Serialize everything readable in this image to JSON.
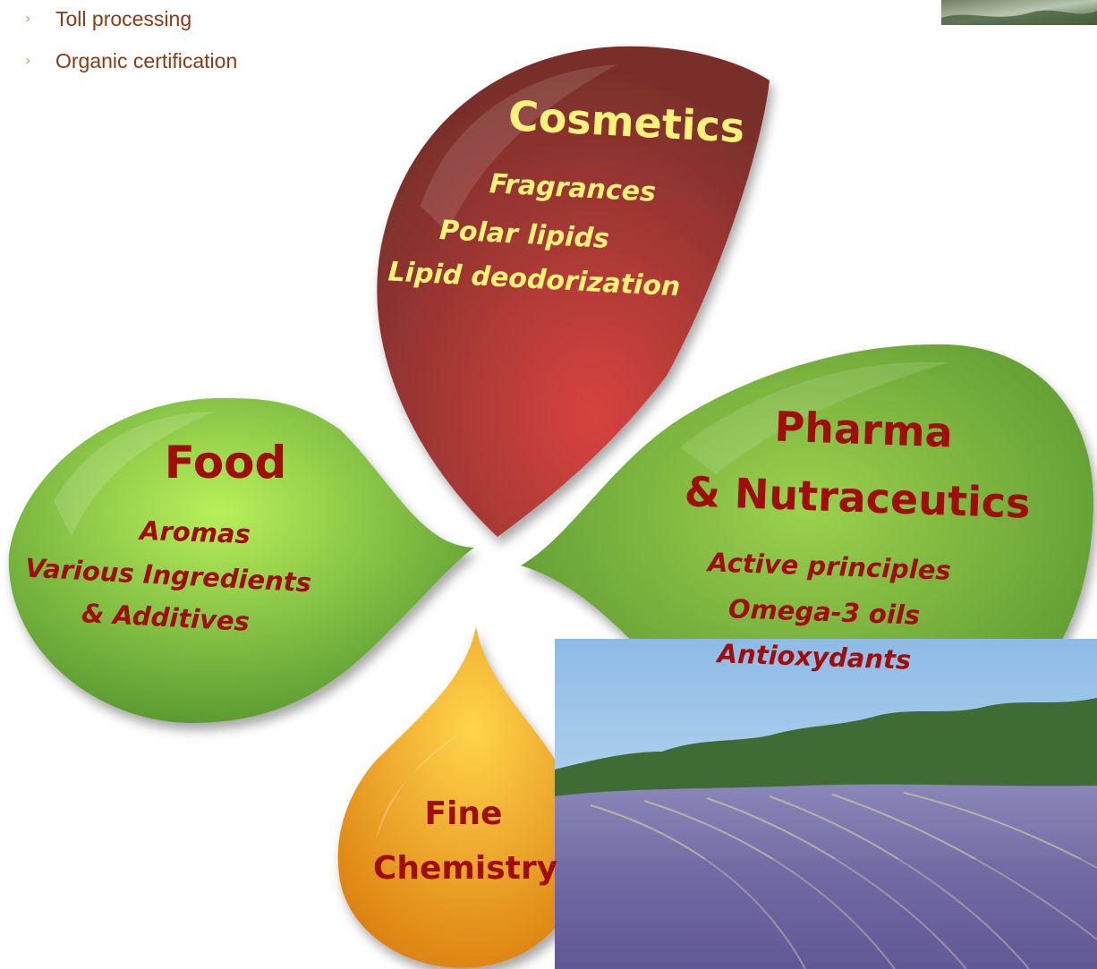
{
  "bullets": [
    {
      "label": "Toll processing"
    },
    {
      "label": "Organic certification"
    }
  ],
  "petals": {
    "cosmetics": {
      "title": "Cosmetics",
      "items": [
        "Fragrances",
        "Polar lipids",
        "Lipid deodorization"
      ],
      "title_color": "#fff27a",
      "fill_colors": [
        "#d8433f",
        "#7a2f2b"
      ]
    },
    "food": {
      "title": "Food",
      "items": [
        "Aromas",
        "Various Ingredients",
        "& Additives"
      ],
      "title_color": "#a00d0d",
      "fill_colors": [
        "#b7f05a",
        "#4f8f2c"
      ]
    },
    "pharma": {
      "title_line1": "Pharma",
      "title_line2": "& Nutraceutics",
      "items": [
        "Active principles",
        "Omega-3 oils",
        "Antioxydants"
      ],
      "title_color": "#a00d0d",
      "fill_colors": [
        "#9bd14d",
        "#4e8c2b"
      ]
    },
    "chemistry": {
      "title_line1": "Fine",
      "title_line2": "Chemistry",
      "title_color": "#a00d0d",
      "fill_colors": [
        "#ffd44a",
        "#d97a0c"
      ]
    }
  },
  "colors": {
    "bullet_text": "#8a3a14",
    "bullet_marker": "#b8a46a",
    "sky": "#a9cbe8",
    "lavender": "#6f67a3",
    "treeline": "#3f6b34"
  },
  "icons": {
    "bullet_marker": "chevron-right-icon"
  }
}
